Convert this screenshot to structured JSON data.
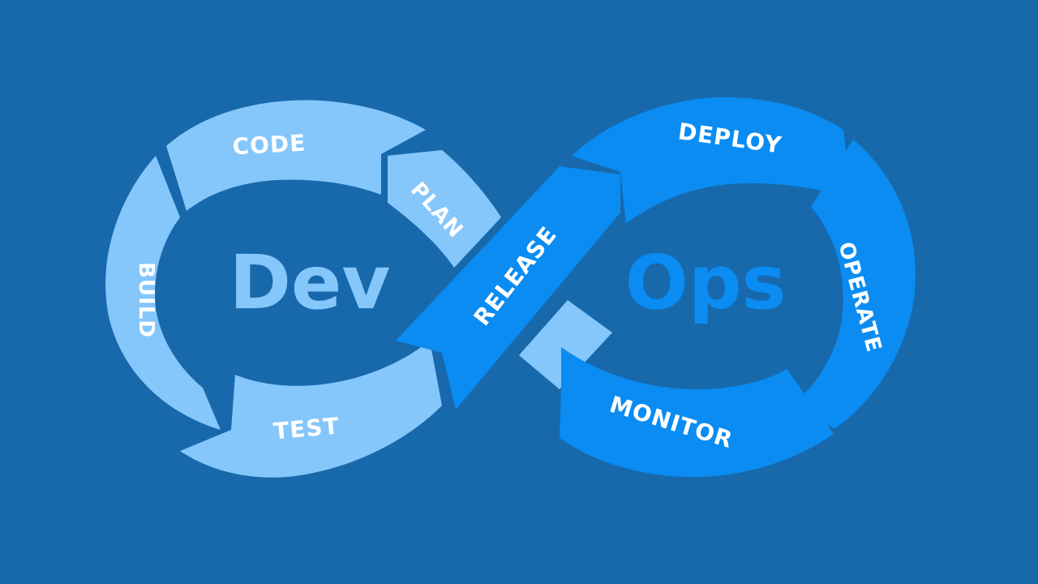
{
  "diagram": {
    "colors": {
      "background": "#1769ac",
      "dev_loop": "#85c6fb",
      "ops_loop": "#0a8cf2",
      "label_text": "#ffffff"
    },
    "dev_word": "Dev",
    "ops_word": "Ops",
    "phases": {
      "code": "CODE",
      "plan": "PLAN",
      "build": "BUILD",
      "test": "TEST",
      "release": "RELEASE",
      "deploy": "DEPLOY",
      "operate": "OPERATE",
      "monitor": "MONITOR"
    }
  }
}
